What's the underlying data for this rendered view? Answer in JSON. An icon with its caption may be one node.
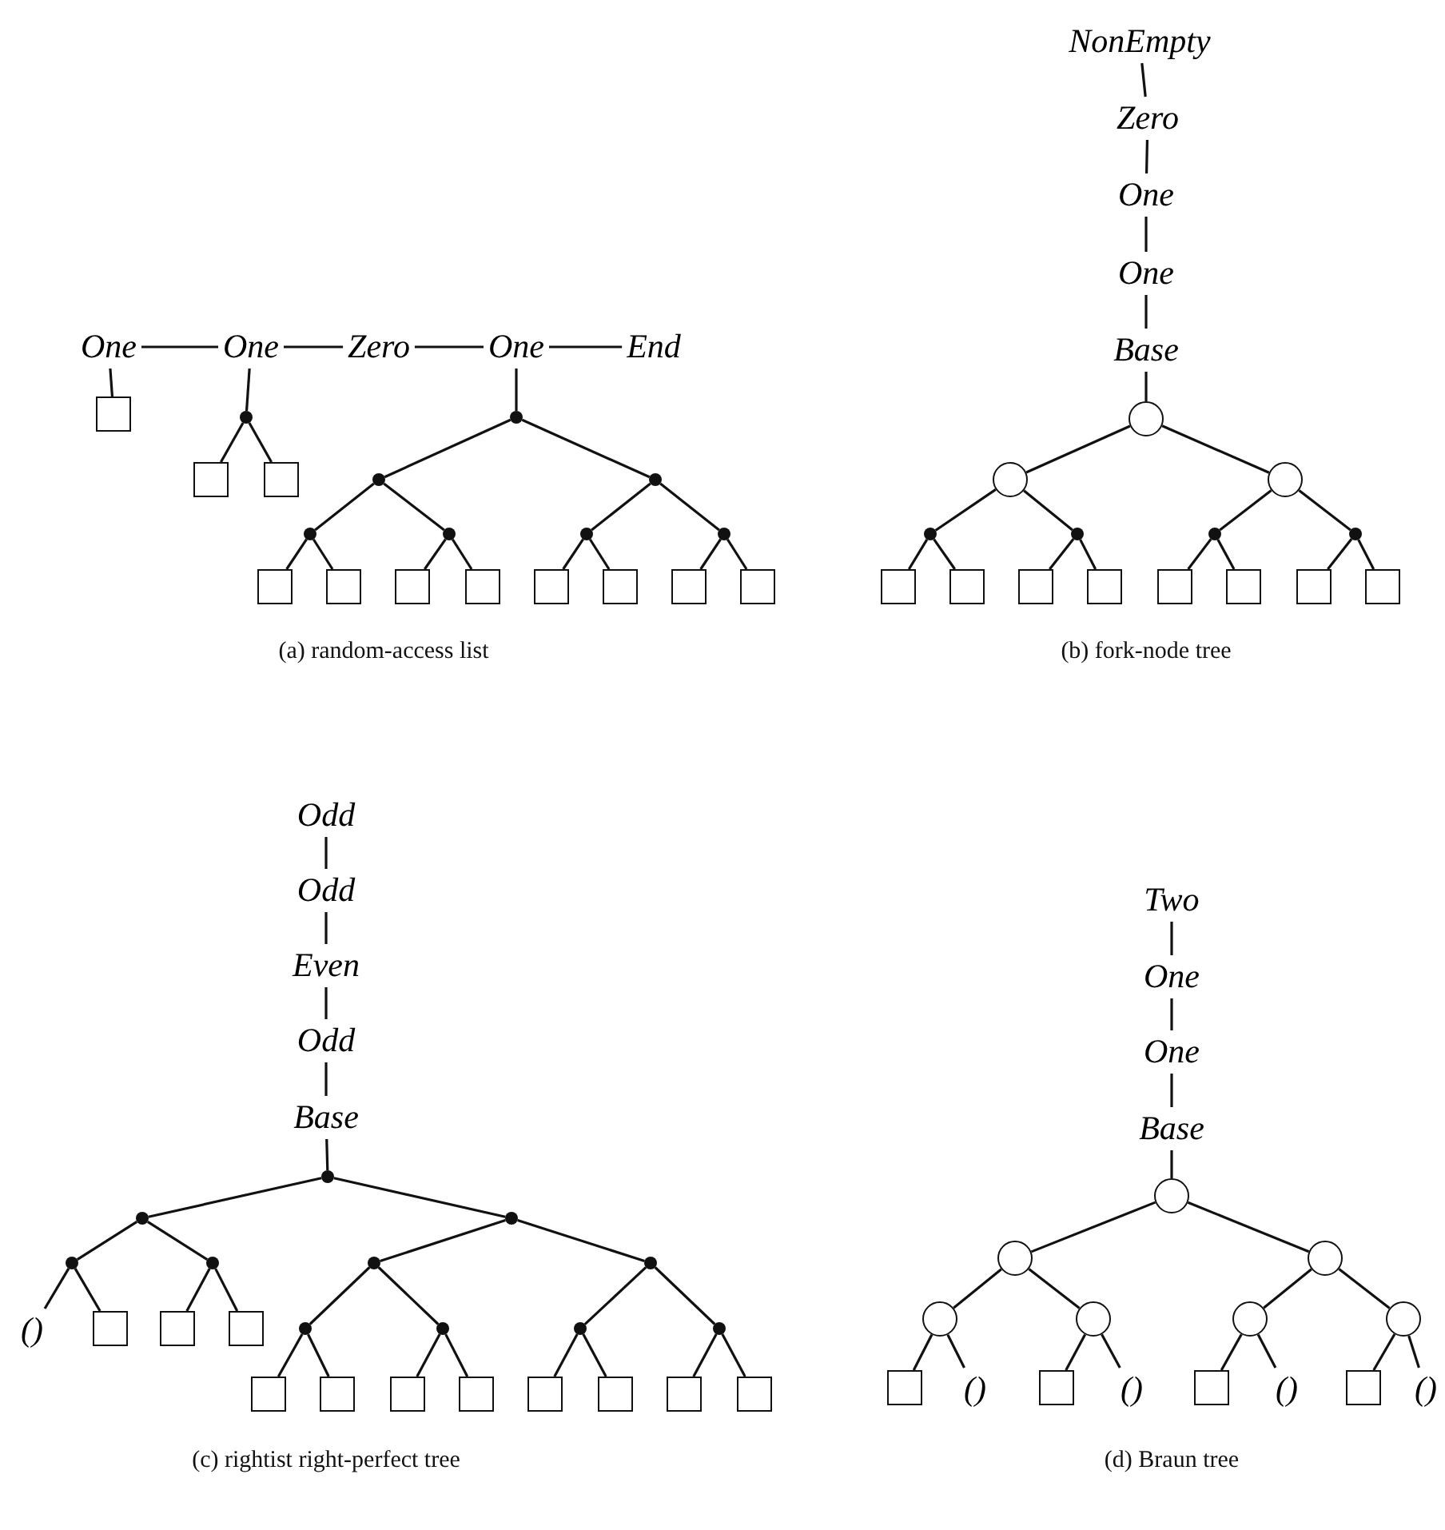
{
  "diagram": {
    "nodes": [
      {
        "text": [
          "One"
        ]
      },
      {
        "text": [
          "One"
        ]
      },
      {
        "text": [
          "Zero"
        ]
      },
      {
        "text": [
          "One"
        ]
      },
      {
        "text": [
          "End"
        ]
      },
      {
        "text": [],
        "shape": "box"
      },
      {
        "text": [],
        "shape": "dot"
      },
      {
        "text": [],
        "shape": "box"
      },
      {
        "text": [],
        "shape": "box"
      },
      {
        "text": [],
        "shape": "dot"
      },
      {
        "text": [],
        "shape": "dot"
      },
      {
        "text": [],
        "shape": "dot"
      },
      {
        "text": [],
        "shape": "dot"
      },
      {
        "text": [],
        "shape": "dot"
      },
      {
        "text": [],
        "shape": "dot"
      },
      {
        "text": [],
        "shape": "dot"
      },
      {
        "text": [],
        "shape": "box"
      },
      {
        "text": [],
        "shape": "box"
      },
      {
        "text": [],
        "shape": "box"
      },
      {
        "text": [],
        "shape": "box"
      },
      {
        "text": [],
        "shape": "box"
      },
      {
        "text": [],
        "shape": "box"
      },
      {
        "text": [],
        "shape": "box"
      },
      {
        "text": [],
        "shape": "box"
      },
      {
        "text": [
          "NonEmpty"
        ]
      },
      {
        "text": [
          "Zero"
        ]
      },
      {
        "text": [
          "One"
        ]
      },
      {
        "text": [
          "One"
        ]
      },
      {
        "text": [
          "Base"
        ]
      },
      {
        "text": [],
        "shape": "circle"
      },
      {
        "text": [],
        "shape": "circle"
      },
      {
        "text": [],
        "shape": "circle"
      },
      {
        "text": [],
        "shape": "dot"
      },
      {
        "text": [],
        "shape": "dot"
      },
      {
        "text": [],
        "shape": "dot"
      },
      {
        "text": [],
        "shape": "dot"
      },
      {
        "text": [],
        "shape": "box"
      },
      {
        "text": [],
        "shape": "box"
      },
      {
        "text": [],
        "shape": "box"
      },
      {
        "text": [],
        "shape": "box"
      },
      {
        "text": [],
        "shape": "box"
      },
      {
        "text": [],
        "shape": "box"
      },
      {
        "text": [],
        "shape": "box"
      },
      {
        "text": [],
        "shape": "box"
      },
      {
        "text": [
          "Odd"
        ]
      },
      {
        "text": [
          "Odd"
        ]
      },
      {
        "text": [
          "Even"
        ]
      },
      {
        "text": [
          "Odd"
        ]
      },
      {
        "text": [
          "Base"
        ]
      },
      {
        "text": [],
        "shape": "dot"
      },
      {
        "text": [],
        "shape": "dot"
      },
      {
        "text": [],
        "shape": "dot"
      },
      {
        "text": [],
        "shape": "dot"
      },
      {
        "text": [
          "()"
        ]
      },
      {
        "text": [],
        "shape": "box"
      },
      {
        "text": [],
        "shape": "box"
      },
      {
        "text": [],
        "shape": "box"
      },
      {
        "text": [],
        "shape": "dot"
      },
      {
        "text": [],
        "shape": "dot"
      },
      {
        "text": [],
        "shape": "dot"
      },
      {
        "text": [],
        "shape": "dot"
      },
      {
        "text": [],
        "shape": "dot"
      },
      {
        "text": [],
        "shape": "dot"
      },
      {
        "text": [],
        "shape": "dot"
      },
      {
        "text": [],
        "shape": "box"
      },
      {
        "text": [],
        "shape": "box"
      },
      {
        "text": [],
        "shape": "box"
      },
      {
        "text": [],
        "shape": "box"
      },
      {
        "text": [],
        "shape": "box"
      },
      {
        "text": [],
        "shape": "box"
      },
      {
        "text": [],
        "shape": "box"
      },
      {
        "text": [],
        "shape": "box"
      },
      {
        "text": [
          "Two"
        ]
      },
      {
        "text": [
          "One"
        ]
      },
      {
        "text": [
          "One"
        ]
      },
      {
        "text": [
          "Base"
        ]
      },
      {
        "text": [],
        "shape": "circle"
      },
      {
        "text": [],
        "shape": "circle"
      },
      {
        "text": [],
        "shape": "circle"
      },
      {
        "text": [],
        "shape": "circle"
      },
      {
        "text": [],
        "shape": "circle"
      },
      {
        "text": [],
        "shape": "circle"
      },
      {
        "text": [],
        "shape": "circle"
      },
      {
        "text": [],
        "shape": "box"
      },
      {
        "text": [
          "()"
        ]
      },
      {
        "text": [],
        "shape": "box"
      },
      {
        "text": [
          "()"
        ]
      },
      {
        "text": [],
        "shape": "box"
      },
      {
        "text": [
          "()"
        ]
      },
      {
        "text": [],
        "shape": "box"
      },
      {
        "text": [
          "()"
        ]
      }
    ],
    "edges": [
      {
        "from": 0,
        "to": 1,
        "arrow": "none"
      },
      {
        "from": 1,
        "to": 2,
        "arrow": "none"
      },
      {
        "from": 2,
        "to": 3,
        "arrow": "none"
      },
      {
        "from": 3,
        "to": 4,
        "arrow": "none"
      },
      {
        "from": 0,
        "to": 5,
        "arrow": "none"
      },
      {
        "from": 1,
        "to": 6,
        "arrow": "none"
      },
      {
        "from": 6,
        "to": 7,
        "arrow": "none"
      },
      {
        "from": 6,
        "to": 8,
        "arrow": "none"
      },
      {
        "from": 3,
        "to": 9,
        "arrow": "none"
      },
      {
        "from": 9,
        "to": 10,
        "arrow": "none"
      },
      {
        "from": 9,
        "to": 11,
        "arrow": "none"
      },
      {
        "from": 10,
        "to": 12,
        "arrow": "none"
      },
      {
        "from": 10,
        "to": 13,
        "arrow": "none"
      },
      {
        "from": 11,
        "to": 14,
        "arrow": "none"
      },
      {
        "from": 11,
        "to": 15,
        "arrow": "none"
      },
      {
        "from": 12,
        "to": 16,
        "arrow": "none"
      },
      {
        "from": 12,
        "to": 17,
        "arrow": "none"
      },
      {
        "from": 13,
        "to": 18,
        "arrow": "none"
      },
      {
        "from": 13,
        "to": 19,
        "arrow": "none"
      },
      {
        "from": 14,
        "to": 20,
        "arrow": "none"
      },
      {
        "from": 14,
        "to": 21,
        "arrow": "none"
      },
      {
        "from": 15,
        "to": 22,
        "arrow": "none"
      },
      {
        "from": 15,
        "to": 23,
        "arrow": "none"
      },
      {
        "from": 24,
        "to": 25,
        "arrow": "none"
      },
      {
        "from": 25,
        "to": 26,
        "arrow": "none"
      },
      {
        "from": 26,
        "to": 27,
        "arrow": "none"
      },
      {
        "from": 27,
        "to": 28,
        "arrow": "none"
      },
      {
        "from": 28,
        "to": 29,
        "arrow": "none"
      },
      {
        "from": 29,
        "to": 30,
        "arrow": "none"
      },
      {
        "from": 29,
        "to": 31,
        "arrow": "none"
      },
      {
        "from": 30,
        "to": 32,
        "arrow": "none"
      },
      {
        "from": 30,
        "to": 33,
        "arrow": "none"
      },
      {
        "from": 31,
        "to": 34,
        "arrow": "none"
      },
      {
        "from": 31,
        "to": 35,
        "arrow": "none"
      },
      {
        "from": 32,
        "to": 36,
        "arrow": "none"
      },
      {
        "from": 32,
        "to": 37,
        "arrow": "none"
      },
      {
        "from": 33,
        "to": 38,
        "arrow": "none"
      },
      {
        "from": 33,
        "to": 39,
        "arrow": "none"
      },
      {
        "from": 34,
        "to": 40,
        "arrow": "none"
      },
      {
        "from": 34,
        "to": 41,
        "arrow": "none"
      },
      {
        "from": 35,
        "to": 42,
        "arrow": "none"
      },
      {
        "from": 35,
        "to": 43,
        "arrow": "none"
      },
      {
        "from": 44,
        "to": 45,
        "arrow": "none"
      },
      {
        "from": 45,
        "to": 46,
        "arrow": "none"
      },
      {
        "from": 46,
        "to": 47,
        "arrow": "none"
      },
      {
        "from": 47,
        "to": 48,
        "arrow": "none"
      },
      {
        "from": 48,
        "to": 49,
        "arrow": "none"
      },
      {
        "from": 49,
        "to": 50,
        "arrow": "none"
      },
      {
        "from": 49,
        "to": 57,
        "arrow": "none"
      },
      {
        "from": 50,
        "to": 51,
        "arrow": "none"
      },
      {
        "from": 50,
        "to": 52,
        "arrow": "none"
      },
      {
        "from": 51,
        "to": 53,
        "arrow": "none"
      },
      {
        "from": 51,
        "to": 54,
        "arrow": "none"
      },
      {
        "from": 52,
        "to": 55,
        "arrow": "none"
      },
      {
        "from": 52,
        "to": 56,
        "arrow": "none"
      },
      {
        "from": 57,
        "to": 58,
        "arrow": "none"
      },
      {
        "from": 57,
        "to": 59,
        "arrow": "none"
      },
      {
        "from": 58,
        "to": 60,
        "arrow": "none"
      },
      {
        "from": 58,
        "to": 61,
        "arrow": "none"
      },
      {
        "from": 59,
        "to": 62,
        "arrow": "none"
      },
      {
        "from": 59,
        "to": 63,
        "arrow": "none"
      },
      {
        "from": 60,
        "to": 64,
        "arrow": "none"
      },
      {
        "from": 60,
        "to": 65,
        "arrow": "none"
      },
      {
        "from": 61,
        "to": 66,
        "arrow": "none"
      },
      {
        "from": 61,
        "to": 67,
        "arrow": "none"
      },
      {
        "from": 62,
        "to": 68,
        "arrow": "none"
      },
      {
        "from": 62,
        "to": 69,
        "arrow": "none"
      },
      {
        "from": 63,
        "to": 70,
        "arrow": "none"
      },
      {
        "from": 63,
        "to": 71,
        "arrow": "none"
      },
      {
        "from": 72,
        "to": 73,
        "arrow": "none"
      },
      {
        "from": 73,
        "to": 74,
        "arrow": "none"
      },
      {
        "from": 74,
        "to": 75,
        "arrow": "none"
      },
      {
        "from": 75,
        "to": 76,
        "arrow": "none"
      },
      {
        "from": 76,
        "to": 77,
        "arrow": "none"
      },
      {
        "from": 76,
        "to": 78,
        "arrow": "none"
      },
      {
        "from": 77,
        "to": 79,
        "arrow": "none"
      },
      {
        "from": 77,
        "to": 80,
        "arrow": "none"
      },
      {
        "from": 78,
        "to": 81,
        "arrow": "none"
      },
      {
        "from": 78,
        "to": 82,
        "arrow": "none"
      },
      {
        "from": 79,
        "to": 83,
        "arrow": "none"
      },
      {
        "from": 79,
        "to": 84,
        "arrow": "none"
      },
      {
        "from": 80,
        "to": 85,
        "arrow": "none"
      },
      {
        "from": 80,
        "to": 86,
        "arrow": "none"
      },
      {
        "from": 81,
        "to": 87,
        "arrow": "none"
      },
      {
        "from": 81,
        "to": 88,
        "arrow": "none"
      },
      {
        "from": 82,
        "to": 89,
        "arrow": "none"
      },
      {
        "from": 82,
        "to": 90,
        "arrow": "none"
      }
    ],
    "labels": [
      "(a) random-access list",
      "(b) fork-node tree",
      "(c) rightist right-perfect tree",
      "(d) Braun tree"
    ]
  }
}
